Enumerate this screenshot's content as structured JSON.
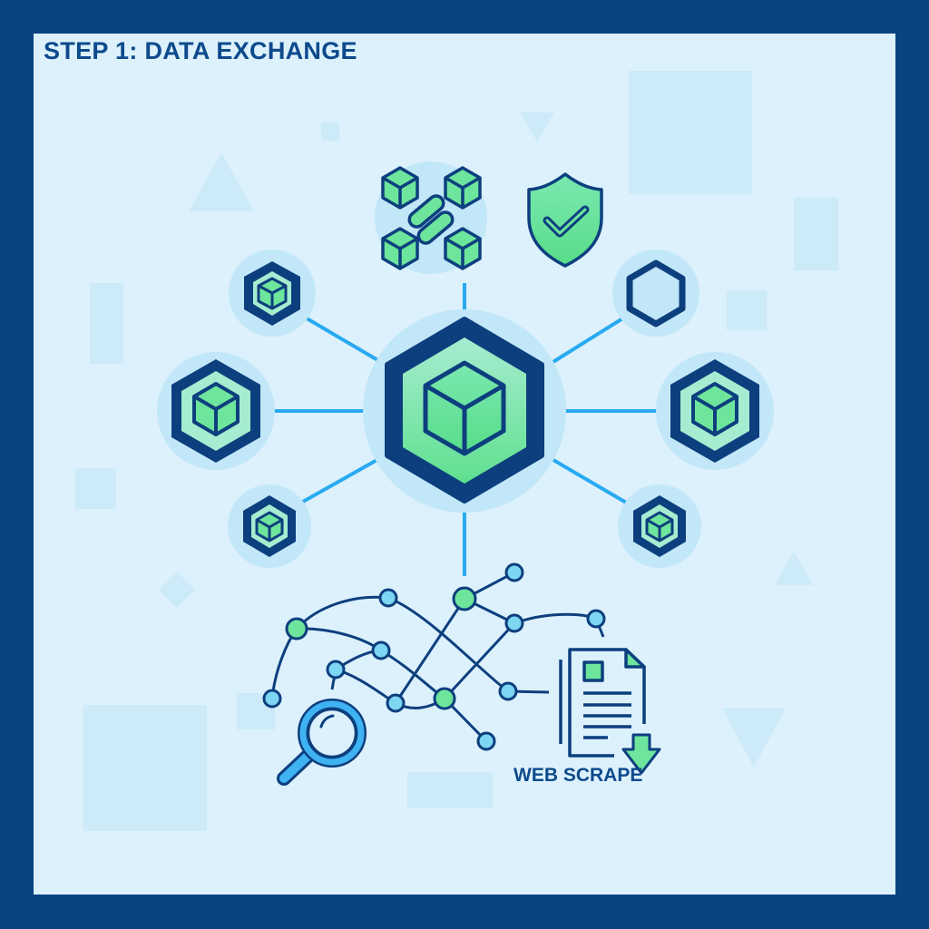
{
  "title": "STEP 1: DATA EXCHANGE",
  "colors": {
    "frame": "#0b4382",
    "panel": "#dcf1fc",
    "node_stroke": "#0d3f7e",
    "node_fill_green": "#6ee59c",
    "connector": "#29aaf0",
    "node_cyan": "#7dd6f2"
  },
  "diagram": {
    "central_node": {
      "icon": "cube-icon",
      "shape": "hexagon"
    },
    "top_icons": [
      {
        "name": "blockchain-link-icon"
      },
      {
        "name": "shield-check-icon"
      }
    ],
    "satellite_nodes": [
      {
        "position": "upper-left",
        "icon": "cube-icon"
      },
      {
        "position": "left",
        "icon": "cube-icon"
      },
      {
        "position": "lower-left",
        "icon": "cube-icon"
      },
      {
        "position": "upper-right",
        "icon": "empty-hexagon"
      },
      {
        "position": "right",
        "icon": "cube-icon"
      },
      {
        "position": "lower-right",
        "icon": "cube-icon"
      }
    ],
    "bottom": {
      "network_graph": "node-network",
      "search_icon": "magnifier-icon",
      "document_icon": "document-download-icon",
      "label": "WEB SCRAPE"
    }
  }
}
